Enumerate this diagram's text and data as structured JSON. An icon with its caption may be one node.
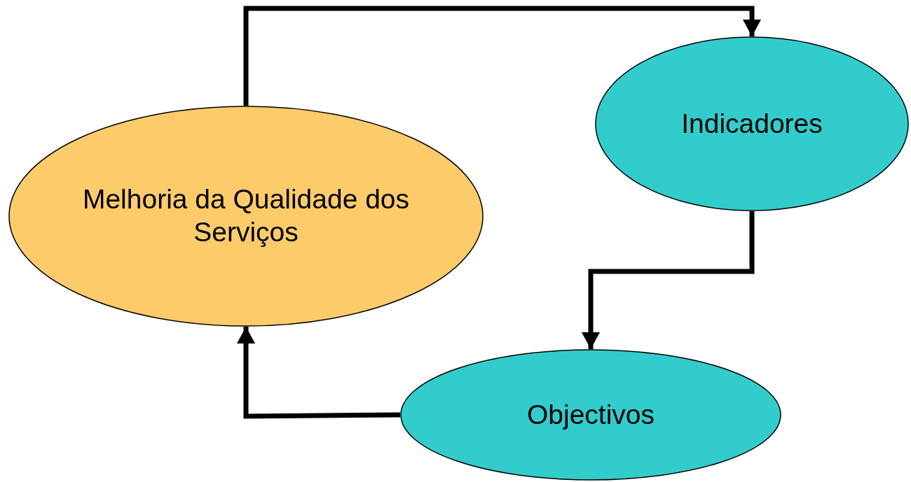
{
  "diagram": {
    "nodes": [
      {
        "text": [
          "Melhoria da Qualidade dos Serviços"
        ]
      },
      {
        "text": [
          "Indicadores"
        ]
      },
      {
        "text": [
          "Objectivos"
        ]
      }
    ],
    "edges": [
      {
        "from": 0,
        "to": 1,
        "arrow": "to"
      },
      {
        "from": 1,
        "to": 2,
        "arrow": "to"
      },
      {
        "from": 2,
        "to": 0,
        "arrow": "to"
      }
    ]
  }
}
